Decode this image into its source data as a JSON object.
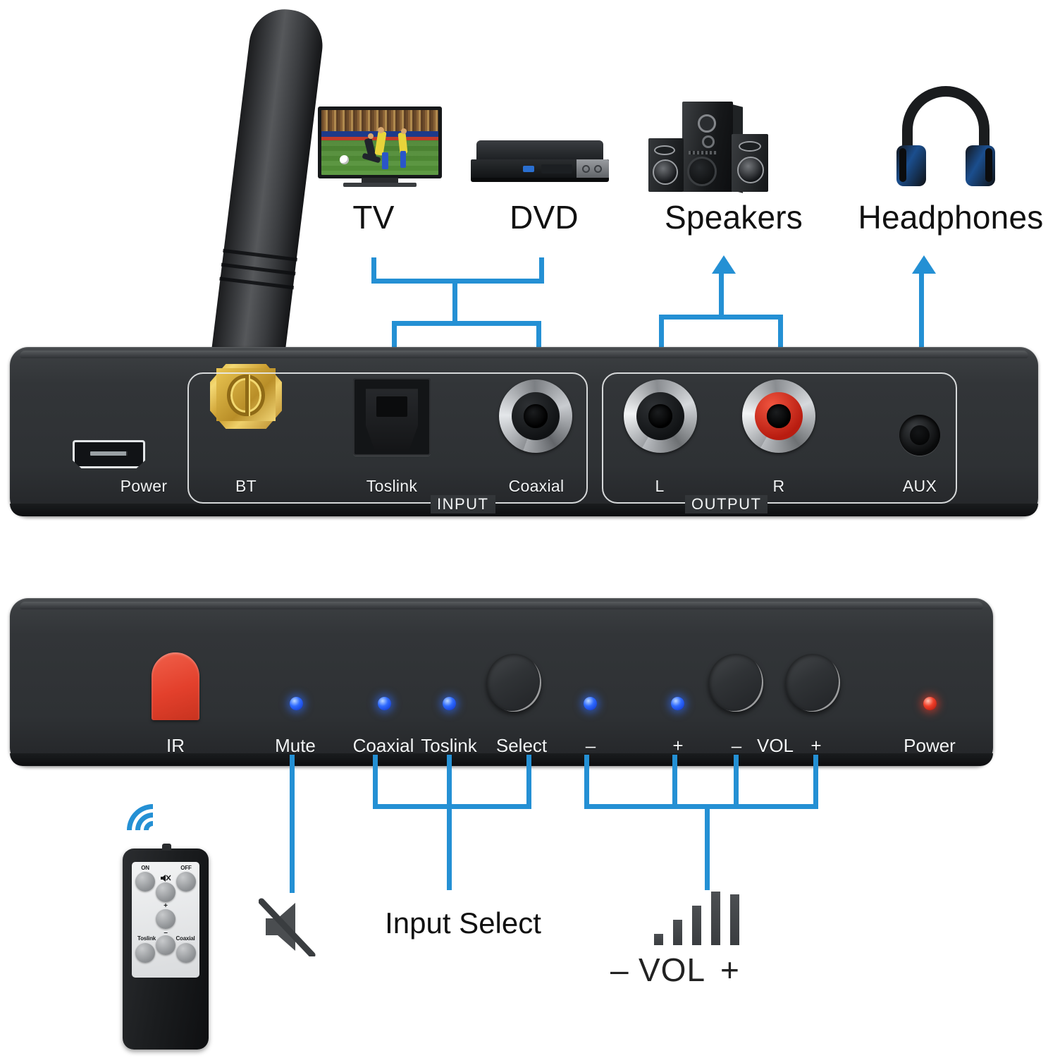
{
  "top_section": {
    "sources": [
      {
        "id": "tv",
        "label": "TV",
        "icon": "tv-icon"
      },
      {
        "id": "dvd",
        "label": "DVD",
        "icon": "dvd-player-icon"
      },
      {
        "id": "speakers",
        "label": "Speakers",
        "icon": "speakers-icon"
      },
      {
        "id": "headphones",
        "label": "Headphones",
        "icon": "headphones-icon"
      }
    ],
    "rear_panel": {
      "power_port_label": "Power",
      "input_group_label": "INPUT",
      "output_group_label": "OUTPUT",
      "ports": [
        {
          "id": "bt",
          "label": "BT"
        },
        {
          "id": "toslink",
          "label": "Toslink"
        },
        {
          "id": "coaxial",
          "label": "Coaxial"
        },
        {
          "id": "left",
          "label": "L"
        },
        {
          "id": "right",
          "label": "R"
        },
        {
          "id": "aux",
          "label": "AUX"
        }
      ]
    }
  },
  "bottom_section": {
    "front_panel": {
      "items": [
        {
          "id": "ir",
          "label": "IR"
        },
        {
          "id": "mute",
          "label": "Mute"
        },
        {
          "id": "coaxial-led",
          "label": "Coaxial"
        },
        {
          "id": "toslink-led",
          "label": "Toslink"
        },
        {
          "id": "select",
          "label": "Select"
        },
        {
          "id": "minus-led",
          "label": "–"
        },
        {
          "id": "plus-led",
          "label": "+"
        },
        {
          "id": "vol-minus",
          "label": "–"
        },
        {
          "id": "vol",
          "label": "VOL"
        },
        {
          "id": "vol-plus",
          "label": "+"
        },
        {
          "id": "power-led",
          "label": "Power"
        }
      ]
    },
    "callouts": {
      "input_select": "Input Select",
      "vol_minus": "–",
      "vol_label": "VOL",
      "vol_plus": "+"
    },
    "remote": {
      "buttons": [
        {
          "id": "on",
          "label": "ON"
        },
        {
          "id": "off",
          "label": "OFF"
        },
        {
          "id": "mute",
          "label": ""
        },
        {
          "id": "plus",
          "label": "+"
        },
        {
          "id": "minus",
          "label": "–"
        },
        {
          "id": "toslink",
          "label": "Toslink"
        },
        {
          "id": "coaxial",
          "label": "Coaxial"
        }
      ]
    }
  },
  "colors": {
    "accent_blue": "#2490d4",
    "ir_red": "#e3402c",
    "led_blue": "#2f6bff",
    "led_red": "#f0402a",
    "rca_red": "#d42b18",
    "gold": "#d9ae2c",
    "chassis": "#2e3134"
  }
}
